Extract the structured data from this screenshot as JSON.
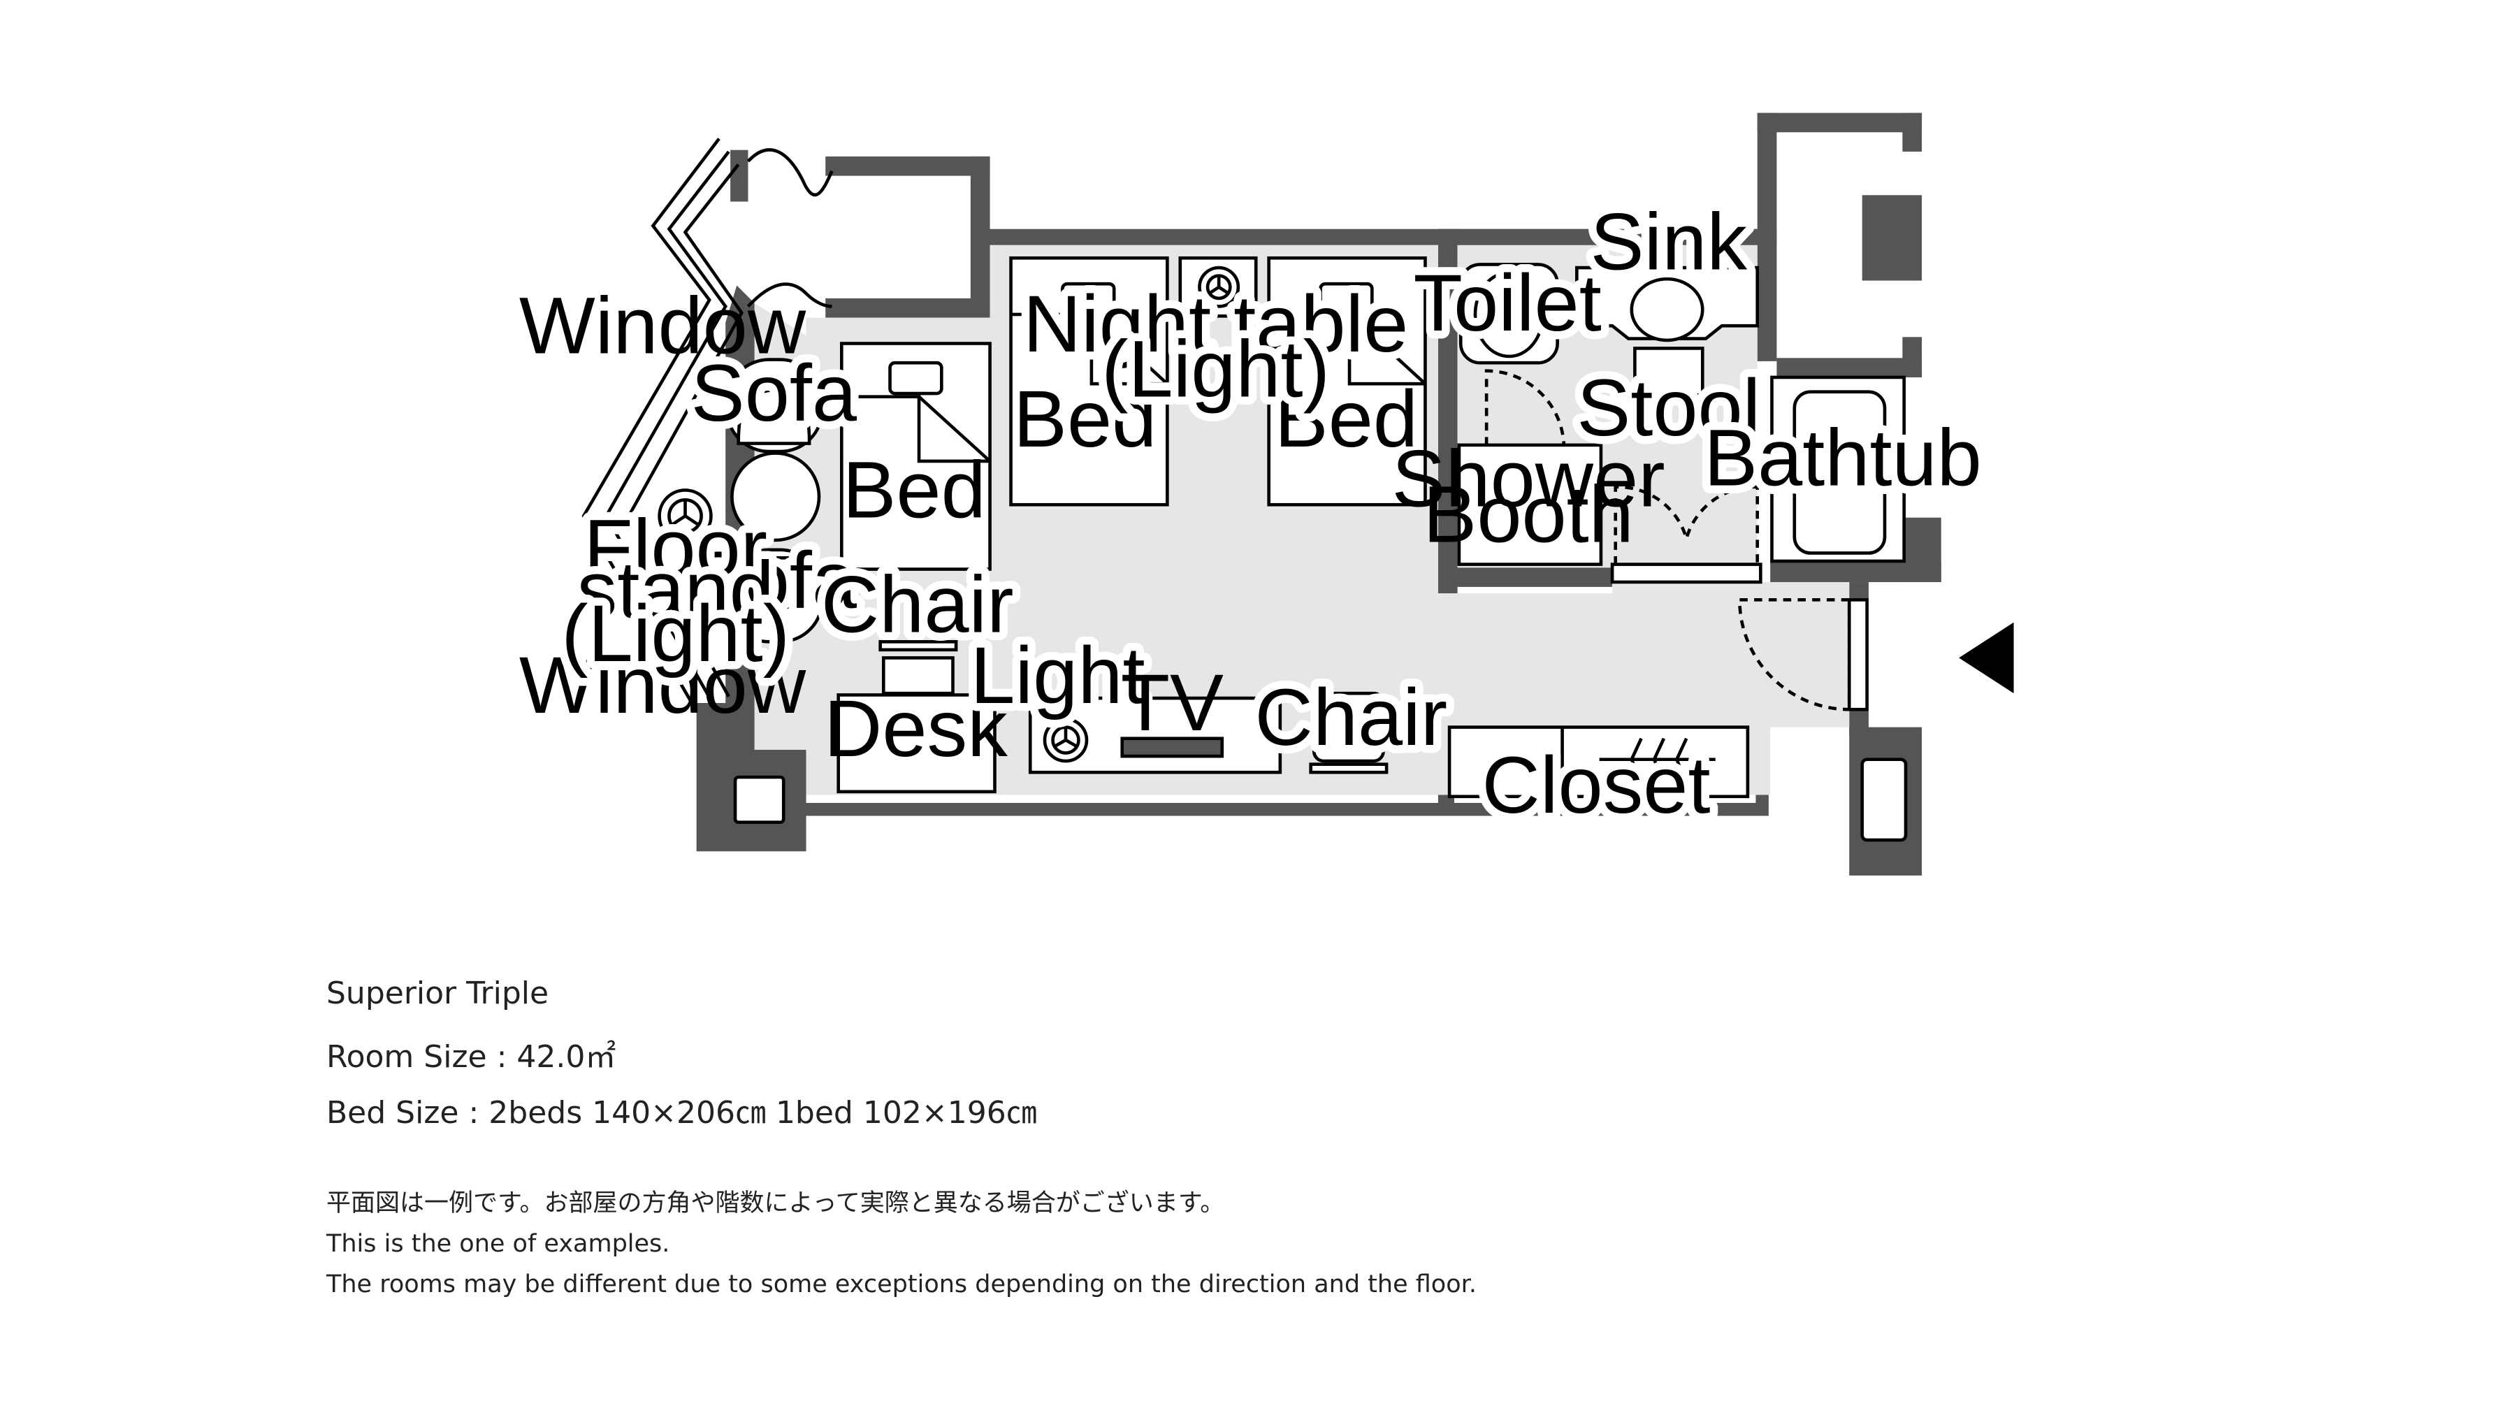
{
  "plan": {
    "labels": {
      "window_top": "Window",
      "window_bottom": "Window",
      "sofa_top": "Sofa",
      "sofa_bottom": "Sofa",
      "floor_stand_1": "Floor",
      "floor_stand_2": "stand",
      "floor_stand_3": "(Light)",
      "bed_left": "Bed",
      "bed_middle": "Bed",
      "bed_right": "Bed",
      "night_table_1": "Night table",
      "night_table_2": "(Light)",
      "chair_desk": "Chair",
      "desk": "Desk",
      "light": "Light",
      "tv": "TV",
      "chair_right": "Chair",
      "closet": "Closet",
      "toilet": "Toilet",
      "sink": "Sink",
      "stool": "Stool",
      "shower_1": "Shower",
      "shower_2": "Booth",
      "bathtub": "Bathtub"
    }
  },
  "info": {
    "room_name": "Superior Triple",
    "room_size": "Room Size : 42.0㎡",
    "bed_size": "Bed Size : 2beds 140×206㎝  1bed 102×196㎝",
    "note_ja": "平面図は一例です。お部屋の方角や階数によって実際と異なる場合がございます。",
    "note_en_1": "This is the one of examples.",
    "note_en_2": "The rooms may be different due to some exceptions depending on the direction and the floor."
  },
  "colors": {
    "wall": "#555555",
    "floor": "#e6e6e8",
    "furniture": "#ffffff",
    "line": "#000000"
  }
}
